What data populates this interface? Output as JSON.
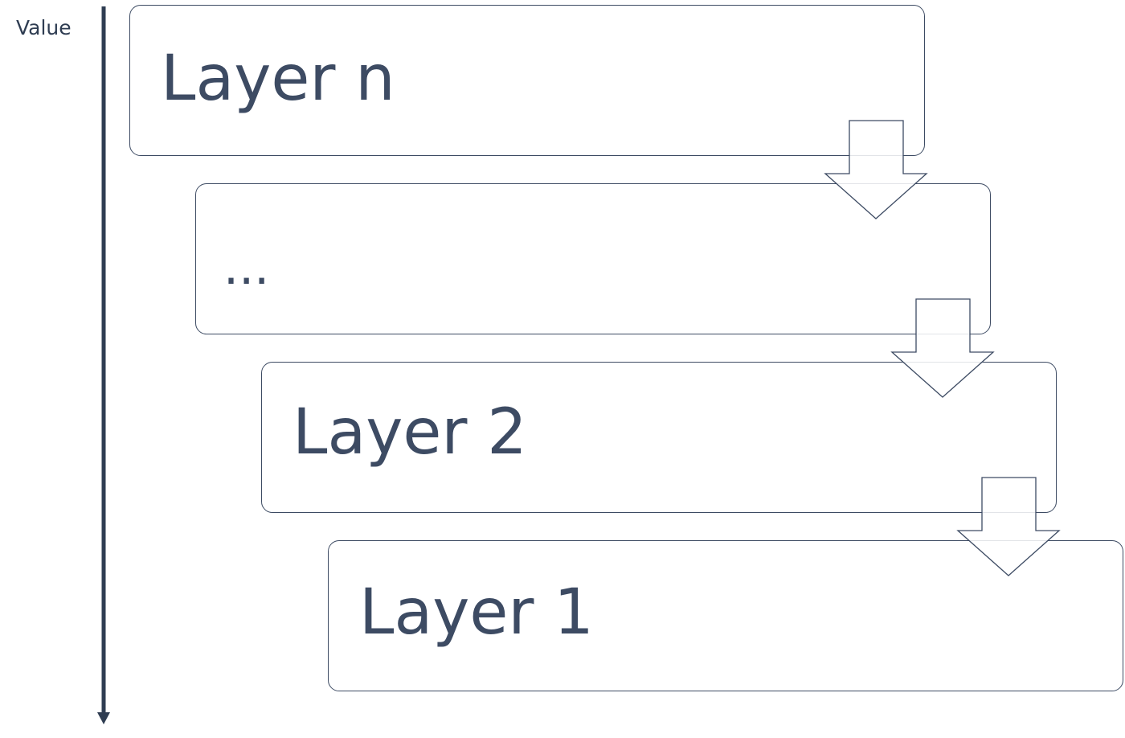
{
  "axis": {
    "label": "Value"
  },
  "layers": [
    {
      "label": "Layer n"
    },
    {
      "label": "..."
    },
    {
      "label": "Layer 2"
    },
    {
      "label": "Layer 1"
    }
  ],
  "colors": {
    "stroke": "#3d4b63",
    "axis": "#2f3d52",
    "fill": "#ffffff"
  }
}
